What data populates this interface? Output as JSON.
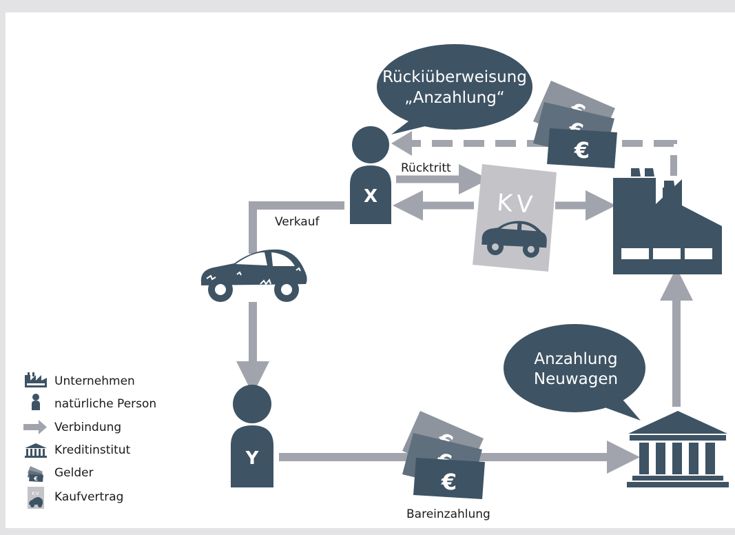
{
  "diagram": {
    "person_x_label": "X",
    "person_y_label": "Y",
    "contract_label": "KV",
    "euro_symbol": "€",
    "bubble_top": {
      "line1": "Rückiüberweisung",
      "line2": "„Anzahlung“"
    },
    "bubble_bottom": {
      "line1": "Anzahlung",
      "line2": "Neuwagen"
    },
    "edge_labels": {
      "ruecktritt": "Rücktritt",
      "verkauf": "Verkauf",
      "bareinzahlung": "Bareinzahlung"
    }
  },
  "legend": {
    "items": [
      {
        "icon": "factory-icon",
        "label": "Unternehmen"
      },
      {
        "icon": "person-icon",
        "label": "natürliche Person"
      },
      {
        "icon": "arrow-icon",
        "label": "Verbindung"
      },
      {
        "icon": "bank-icon",
        "label": "Kreditinstitut"
      },
      {
        "icon": "money-icon",
        "label": "Gelder"
      },
      {
        "icon": "contract-icon",
        "label": "Kaufvertrag"
      }
    ]
  },
  "colors": {
    "background": "#e3e3e5",
    "panel": "#ffffff",
    "dark": "#3e5364",
    "arrow": "#a2a4ad",
    "contract": "#c4c4c8",
    "bill_light": "#8d949d",
    "bill_mid": "#5f6f7d"
  }
}
